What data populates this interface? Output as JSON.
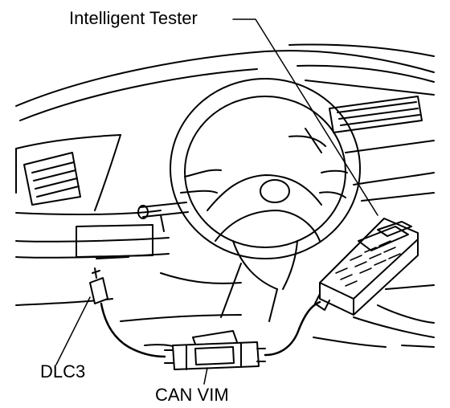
{
  "callouts": {
    "tester": "Intelligent Tester",
    "dlc3": "DLC3",
    "can_vim": "CAN VIM"
  },
  "colors": {
    "ink": "#000000",
    "paper": "#ffffff"
  }
}
